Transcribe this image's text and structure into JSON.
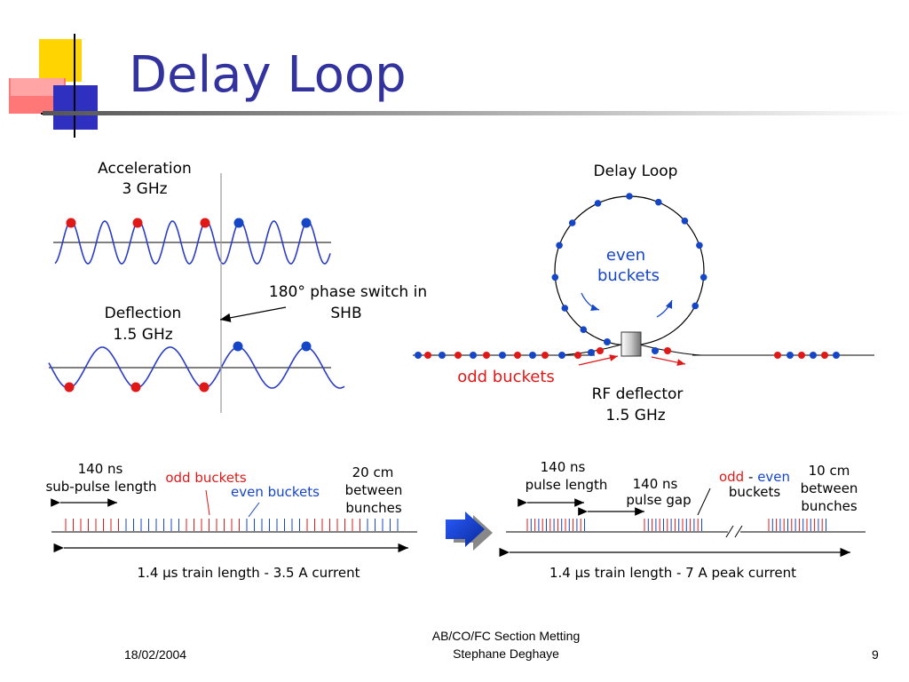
{
  "slide": {
    "title": "Delay Loop",
    "footer": {
      "date": "18/02/2004",
      "center_line1": "AB/CO/FC Section Metting",
      "center_line2": "Stephane Deghaye",
      "page": "9"
    }
  },
  "diagram": {
    "acceleration_label": [
      "Acceleration",
      "3 GHz"
    ],
    "deflection_label": [
      "Deflection",
      "1.5 GHz"
    ],
    "phase_switch_label": [
      "180° phase switch in",
      "SHB"
    ],
    "loop_title": "Delay Loop",
    "even_buckets_label": [
      "even",
      "buckets"
    ],
    "odd_buckets_label": "odd buckets",
    "rf_deflector_label": [
      "RF deflector",
      "1.5 GHz"
    ],
    "before": {
      "subpulse_label": [
        "140 ns",
        "sub-pulse length"
      ],
      "odd_label": "odd buckets",
      "even_label": "even buckets",
      "spacing_label": [
        "20 cm",
        "between",
        "bunches"
      ],
      "train_label": "1.4 µs train length - 3.5 A current"
    },
    "after": {
      "pulse_label": [
        "140 ns",
        "pulse  length"
      ],
      "gap_label": [
        "140 ns",
        "pulse  gap"
      ],
      "odd_label": "odd",
      "even_label": "even",
      "buckets_label": "buckets",
      "spacing_label": [
        "10 cm",
        "between",
        "bunches"
      ],
      "train_label": "1.4  µs train length - 7 A peak current"
    },
    "colors": {
      "title": "#3333a0",
      "odd": "#e01818",
      "even": "#1646c8",
      "wave": "#2a3cc8"
    }
  }
}
